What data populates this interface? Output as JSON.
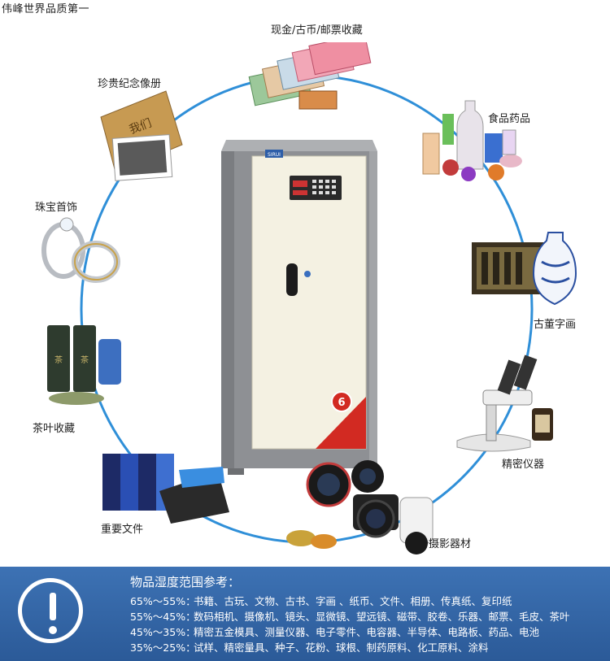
{
  "top_caption": "伟峰世界品质第一",
  "labels": {
    "cash": "现金/古币/邮票收藏",
    "album": "珍贵纪念像册",
    "food": "食品药品",
    "jewelry": "珠宝首饰",
    "antique": "古董字画",
    "tea": "茶叶收藏",
    "instrument": "精密仪器",
    "documents": "重要文件",
    "camera": "摄影器材"
  },
  "cabinet": {
    "brand": "SIRUI",
    "badge": "6"
  },
  "panel": {
    "title": "物品湿度范围参考：",
    "rows": [
      {
        "range": "65%～55%：",
        "items": "书籍、古玩、文物、古书、字画 、纸币、文件、相册、传真纸、复印纸"
      },
      {
        "range": "55%～45%：",
        "items": "数码相机、摄像机、镜头、显微镜、望远镜、磁带、胶卷、乐器、邮票、毛皮、茶叶"
      },
      {
        "range": "45%～35%：",
        "items": "精密五金模具、测量仪器、电子零件、电容器、半导体、电路板、药品、电池"
      },
      {
        "range": "35%～25%：",
        "items": "试样、精密量具、种子、花粉、球根、制药原料、化工原料、涂料"
      }
    ]
  },
  "colors": {
    "ring": "#2f8fd8",
    "panel": "#2f60a2",
    "cabinet_body": "#8e9094",
    "cabinet_door": "#f4f1e2"
  }
}
